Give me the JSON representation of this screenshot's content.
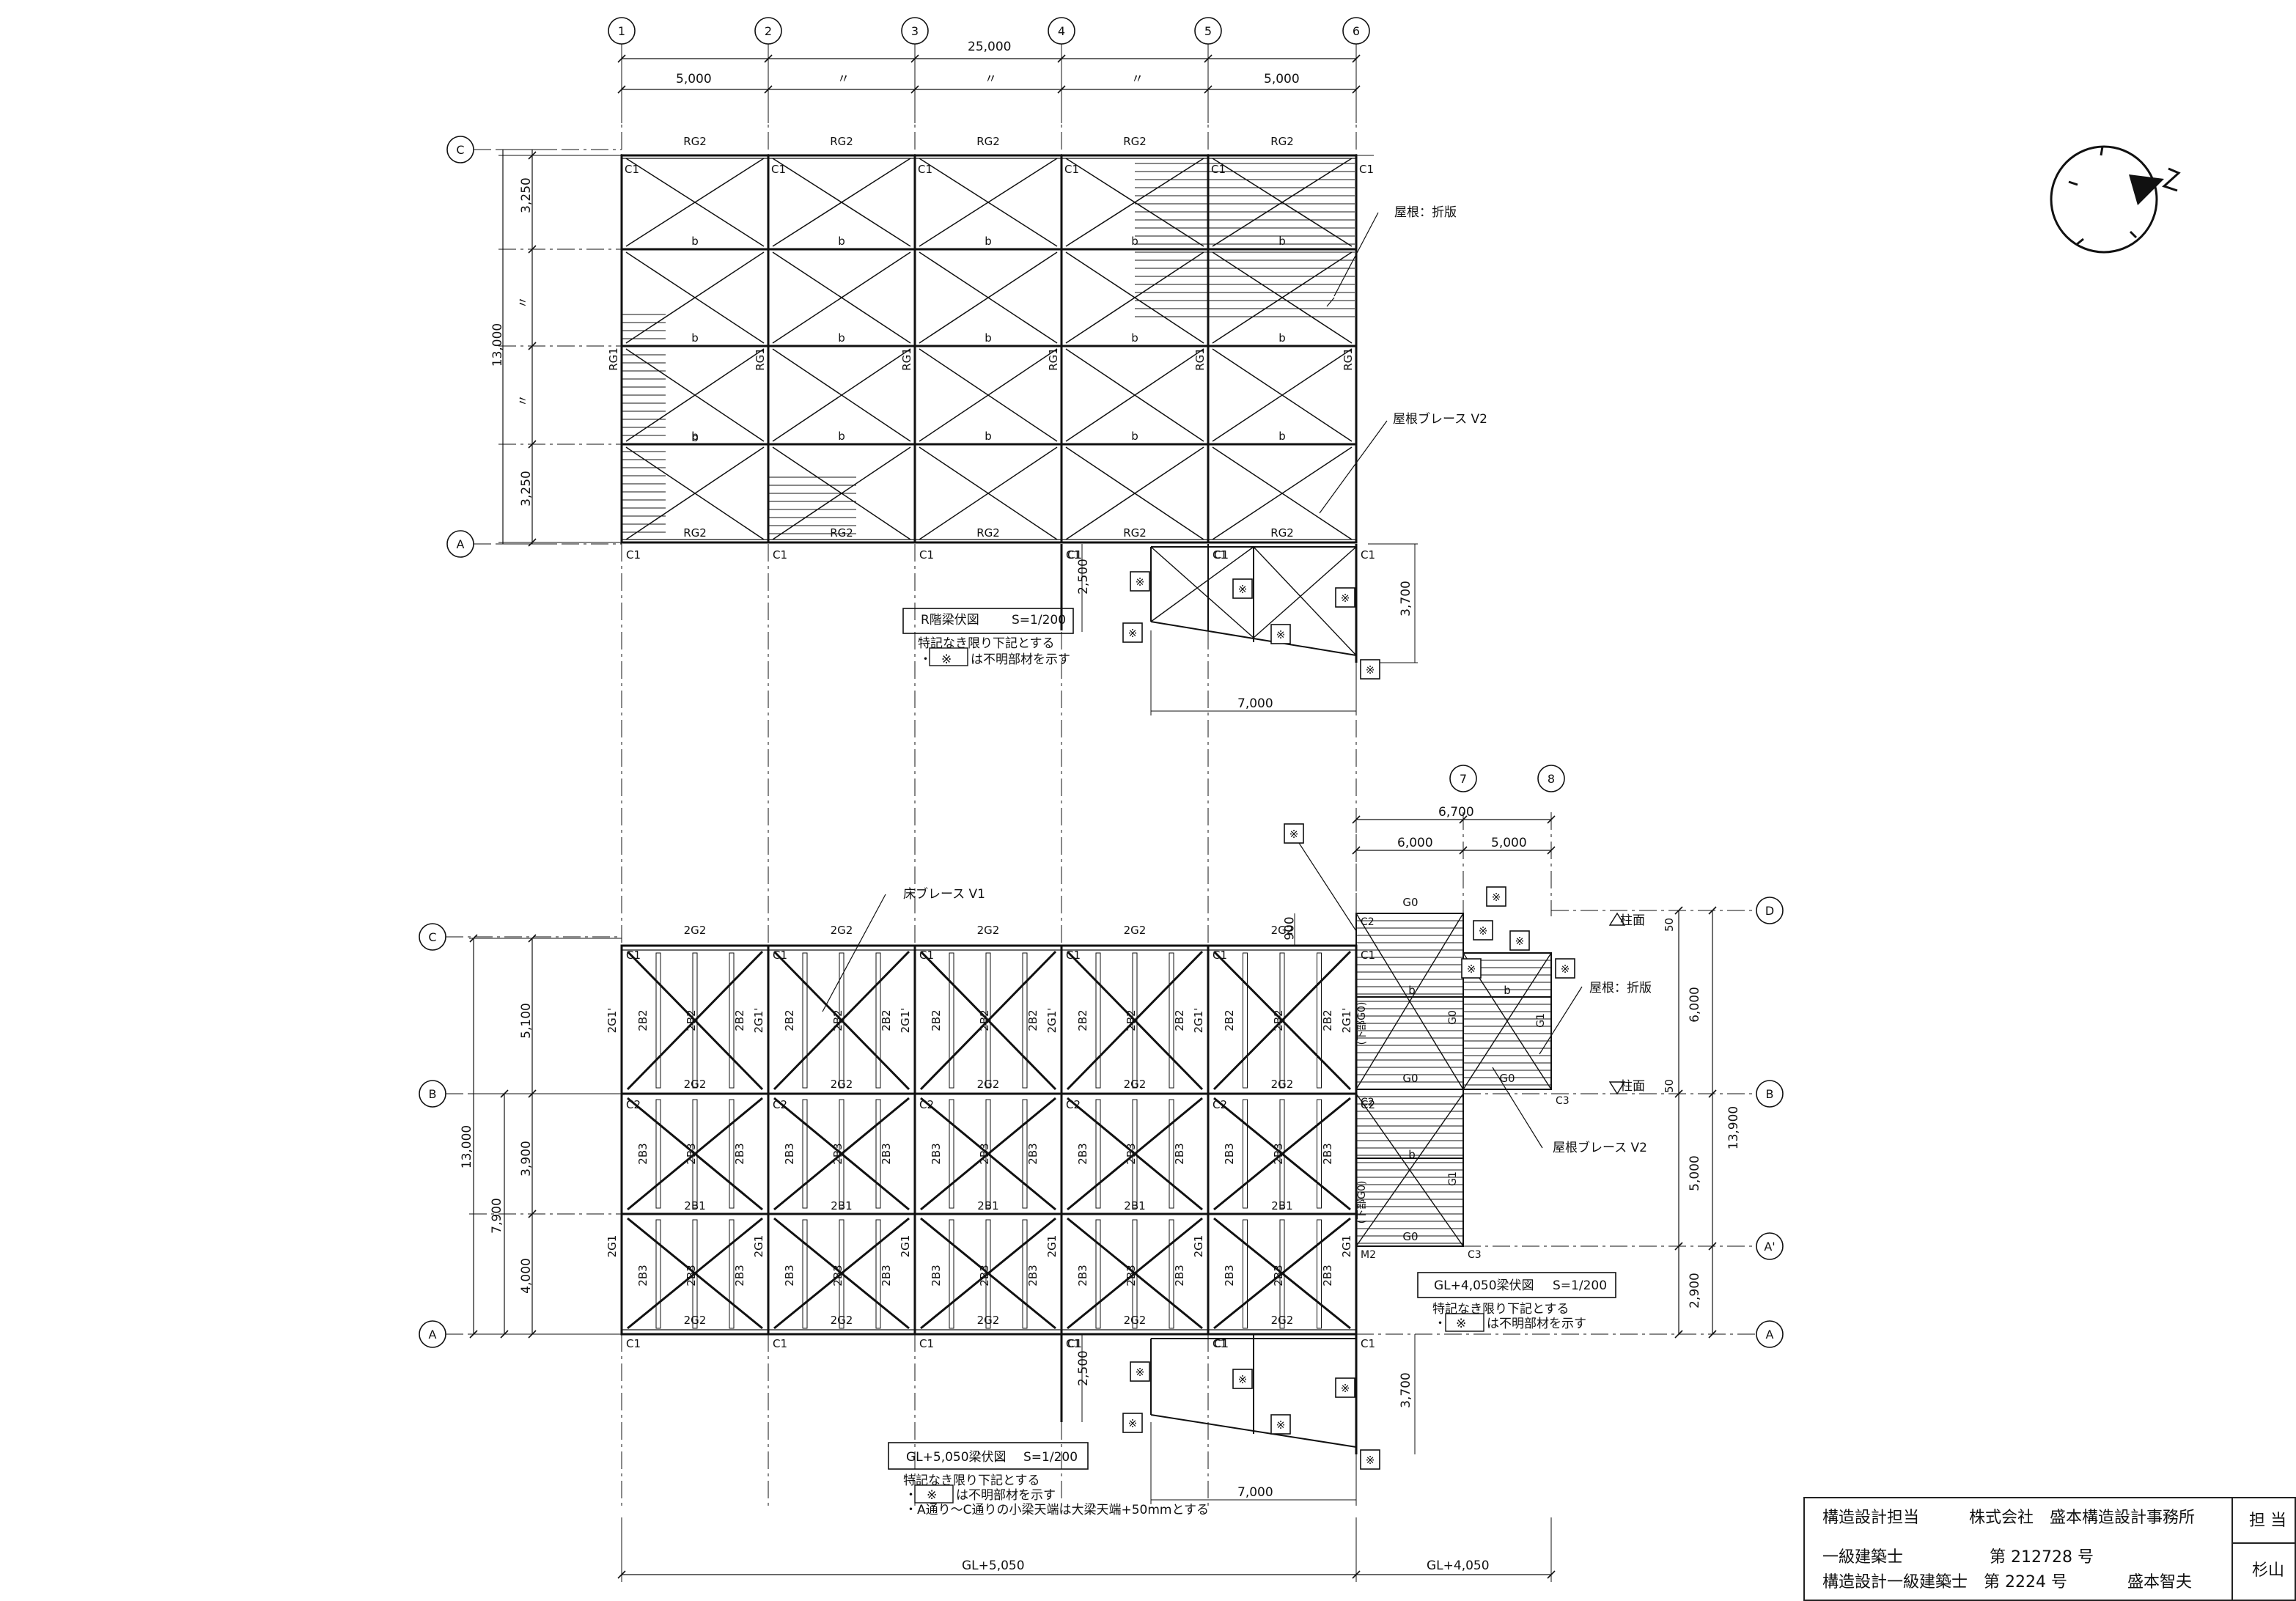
{
  "grid_x_labels": [
    "1",
    "2",
    "3",
    "4",
    "5",
    "6",
    "7",
    "8"
  ],
  "grid_y_labels": [
    "C",
    "B",
    "A",
    "D",
    "B",
    "A'",
    "A"
  ],
  "grid_y_upper": [
    "C",
    "A"
  ],
  "grid_y_lower_left": [
    "C",
    "B",
    "A"
  ],
  "grid_y_lower_right": [
    "D",
    "B",
    "A'",
    "A"
  ],
  "upper_plan": {
    "overall_dim": "25,000",
    "bay_dims": [
      "5,000",
      "〃",
      "〃",
      "〃",
      "5,000"
    ],
    "left_overall_dim": "13,000",
    "left_dims": [
      "3,250",
      "〃",
      "〃",
      "3,250"
    ],
    "beam_top": "RG2",
    "beam_side": "RG1",
    "small_beam": "b",
    "column": "C1",
    "roof_note": "屋根：折版",
    "brace_note": "屋根ブレース V2",
    "ext_dim_h": "7,000",
    "ext_dim_v1": "2,500",
    "ext_dim_v2": "3,700",
    "title": "R階梁伏図",
    "scale": "S=1/200",
    "note1": "特記なき限り下記とする",
    "note2_prefix": "・",
    "note2_symbol": "※",
    "note2_text": "は不明部材を示す"
  },
  "lower_plan": {
    "overall_dim_right": "6,700",
    "right_dims": [
      "6,000",
      "5,000",
      "2,900"
    ],
    "left_overall_dim": "13,000",
    "left_dims": [
      "5,100",
      "3,900",
      "4,000"
    ],
    "left_sub_dim": "7,900",
    "brace_note": "床ブレース V1",
    "beam_top": "2G2",
    "beam_side": "2G1",
    "beam_side_prime": "2G1'",
    "beam_b1": "2B1",
    "beam_b2": "2B2",
    "beam_b3": "2B3",
    "column1": "C1",
    "column2": "C2",
    "column3": "C3",
    "column_m2": "M2",
    "col_g0": "G0",
    "side_g0": "G0",
    "side_lower": "(下部G0)",
    "side_g1": "G1",
    "small_beam": "b",
    "face_note": "柱面",
    "face_dim": "50",
    "top_dim": "900",
    "right_overall_dim": "13,900",
    "roof_note": "屋根：折版",
    "roof_brace_note": "屋根ブレース V2",
    "ext_dim_h": "7,000",
    "ext_dim_v1": "2,500",
    "ext_dim_v2": "3,700",
    "title_left": "GL+5,050梁伏図",
    "title_right": "GL+4,050梁伏図",
    "scale": "S=1/200",
    "note1": "特記なき限り下記とする",
    "note2_prefix": "・",
    "note2_symbol": "※",
    "note2_text": "は不明部材を示す",
    "note3": "・A通り～C通りの小梁天端は大梁天端+50mmとする",
    "level_left": "GL+5,050",
    "level_right": "GL+4,050"
  },
  "title_block": {
    "line1_role": "構造設計担当",
    "line1_company": "株式会社　盛本構造設計事務所",
    "line2_license": "一級建築士",
    "line2_number": "第 212728 号",
    "line3_license": "構造設計一級建築士　第 2224 号",
    "line3_name": "盛本智夫",
    "header": "担 当",
    "person": "杉山"
  },
  "north_label": "N"
}
